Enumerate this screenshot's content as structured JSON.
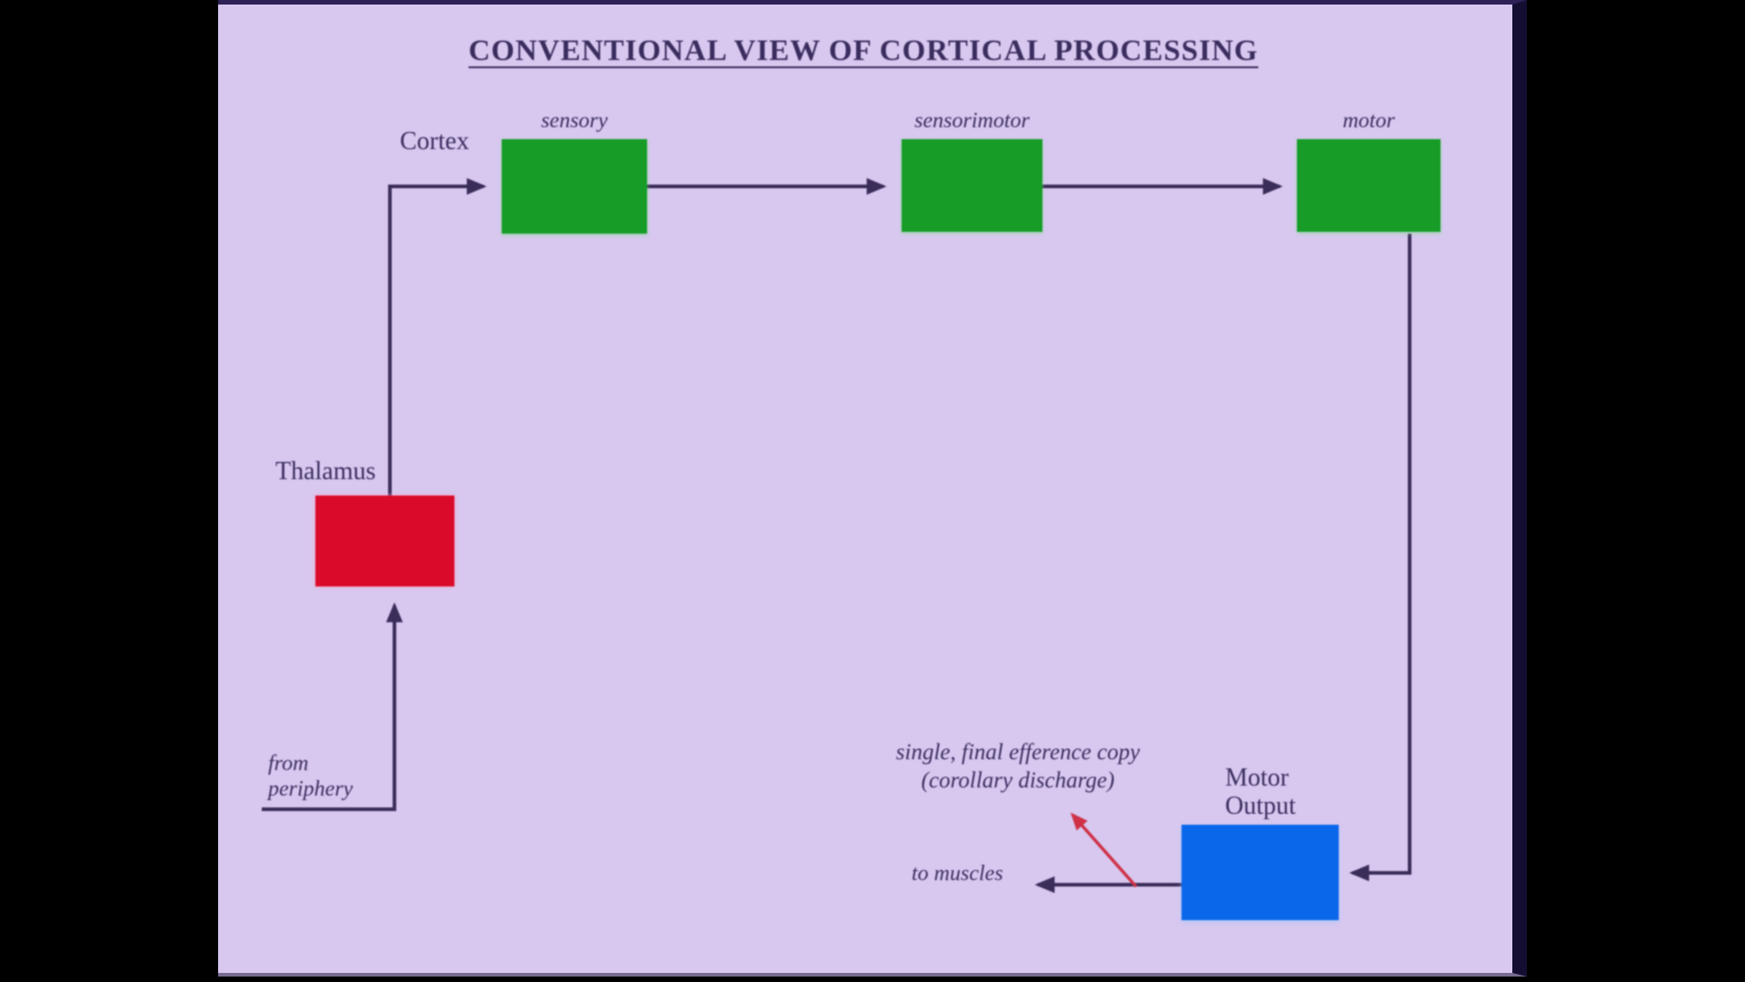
{
  "title": "CONVENTIONAL VIEW OF CORTICAL PROCESSING",
  "labels": {
    "cortex": "Cortex",
    "sensory": "sensory",
    "sensorimotor": "sensorimotor",
    "motor": "motor",
    "thalamus": "Thalamus",
    "motor_output": {
      "line1": "Motor",
      "line2": "Output"
    }
  },
  "annotations": {
    "from_periphery": {
      "line1": "from",
      "line2": "periphery"
    },
    "efference_copy": {
      "line1": "single, final efference copy",
      "line2": "(corollary discharge)"
    },
    "to_muscles": "to muscles"
  },
  "colors": {
    "slide_background": "#d8c8f0",
    "cortex_box_green": "#169c27",
    "thalamus_box_red": "#da0a2a",
    "motor_output_box_blue": "#0b67ea",
    "arrow_dark": "#3b2d5a",
    "efference_arrow_red": "#cf3146",
    "text_dark": "#3a2d5e"
  }
}
